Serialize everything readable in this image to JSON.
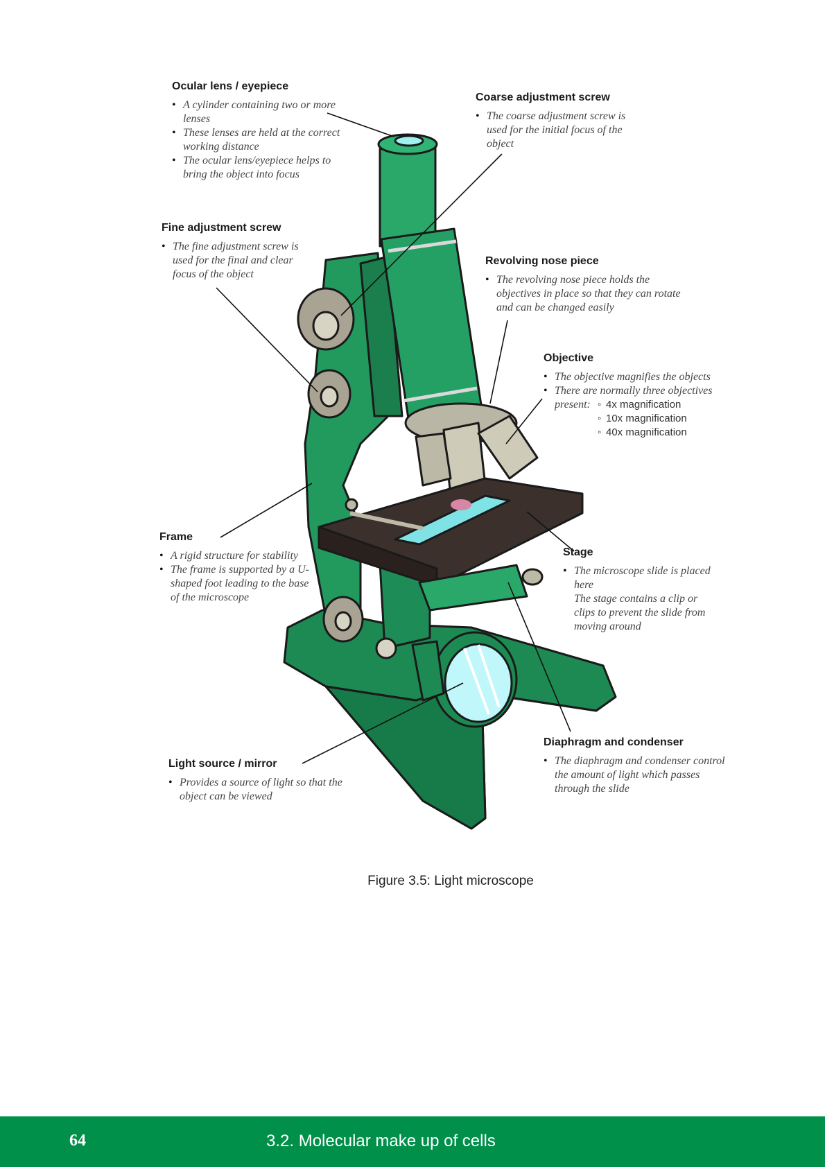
{
  "labels": {
    "ocular": {
      "title": "Ocular lens / eyepiece",
      "items": [
        "A cylinder containing two or more lenses",
        "These lenses are held at the correct working distance",
        "The ocular lens/eyepiece helps to bring the object into focus"
      ]
    },
    "coarse": {
      "title": "Coarse adjustment screw",
      "items": [
        "The coarse adjustment screw is used for the initial focus of the object"
      ]
    },
    "fine": {
      "title": "Fine adjustment screw",
      "items": [
        "The fine adjustment screw is used for the final and clear focus of the object"
      ]
    },
    "nosepiece": {
      "title": "Revolving nose piece",
      "items": [
        "The revolving nose piece holds the objectives in place so that they can rotate and can be changed easily"
      ]
    },
    "objective": {
      "title": "Objective",
      "items": [
        "The objective magnifies the objects",
        "There are normally three objectives"
      ],
      "present": "present:",
      "magnifications": [
        "4x magnification",
        "10x magnification",
        "40x magnification"
      ]
    },
    "frame": {
      "title": "Frame",
      "items": [
        "A rigid structure for stability",
        "The frame is supported by a U-shaped foot leading to the base of the microscope"
      ]
    },
    "stage": {
      "title": "Stage",
      "items": [
        "The microscope slide is placed here"
      ],
      "extra": "The stage contains a clip or clips to prevent the slide from moving around"
    },
    "diaphragm": {
      "title": "Diaphragm and condenser",
      "items": [
        "The diaphragm and condenser control the amount of light which passes through the slide"
      ]
    },
    "mirror": {
      "title": "Light source / mirror",
      "items": [
        "Provides a source of light so that the object can be viewed"
      ]
    }
  },
  "caption": "Figure 3.5: Light microscope",
  "footer": {
    "page_number": "64",
    "section": "3.2.   Molecular make up of cells"
  },
  "colors": {
    "microscope_green": "#1f8a55",
    "footer_green": "#00904a",
    "stage_dark": "#3b302c",
    "slide_cyan": "#7fe3e6"
  }
}
